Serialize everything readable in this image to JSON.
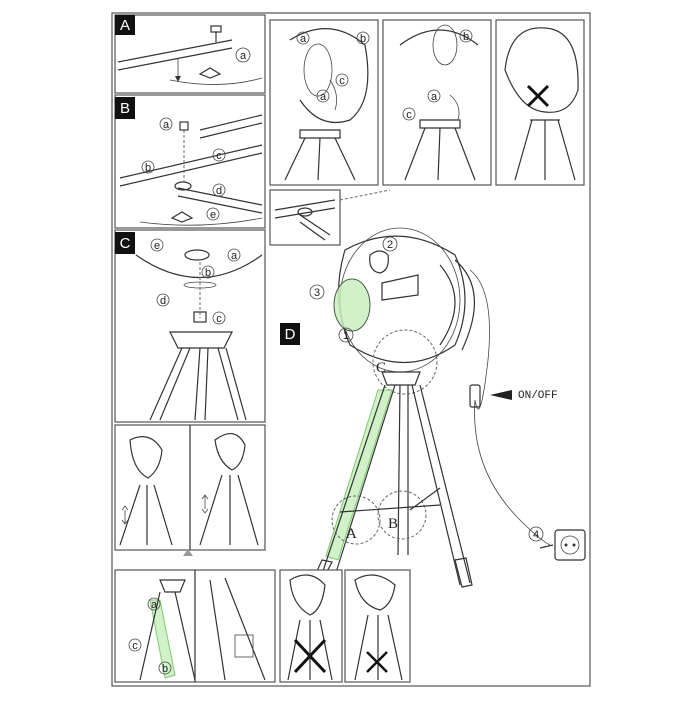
{
  "steps": {
    "a": "A",
    "b": "B",
    "c": "C",
    "d": "D"
  },
  "callouts": {
    "a": "a",
    "b": "b",
    "c": "c",
    "d": "d",
    "e": "e"
  },
  "numbers": {
    "one": "1",
    "two": "2",
    "three": "3",
    "four": "4"
  },
  "switch_label": "ON/OFF",
  "detail_markers": {
    "A": "A",
    "B": "B",
    "C": "C"
  }
}
